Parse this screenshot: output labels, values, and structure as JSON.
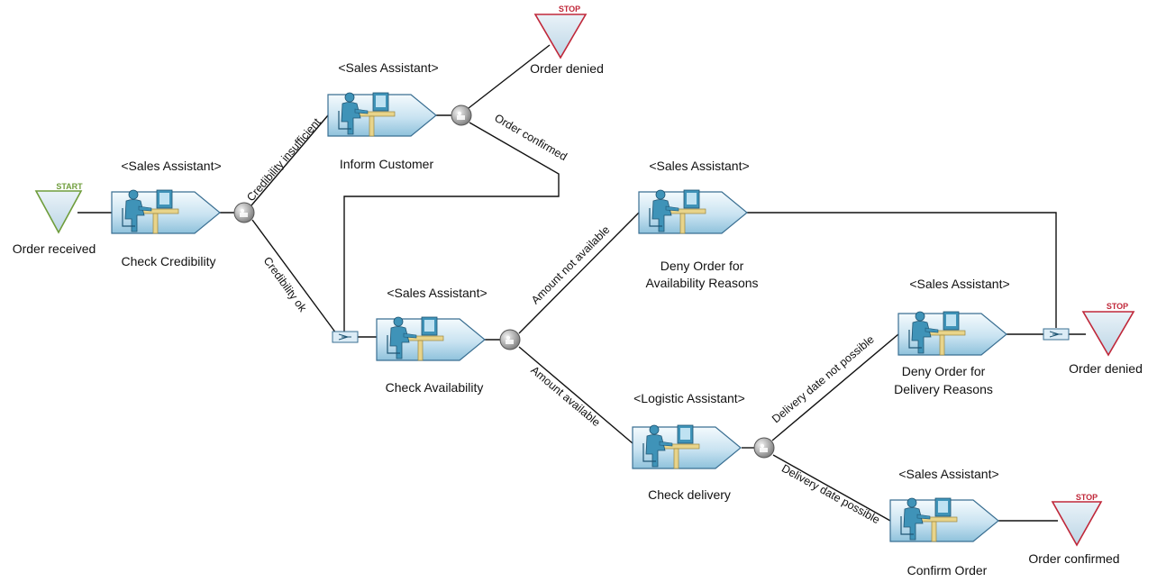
{
  "colors": {
    "start": "#6f9d3c",
    "stop": "#c0283a",
    "task_fill_light": "#eef6fb",
    "task_fill_dark": "#9ccbe3",
    "task_border": "#3a6f92",
    "person": "#3f93b8",
    "desk": "#e8d48a",
    "gateway": "#8d8d8d",
    "line": "#111111"
  },
  "events": {
    "start": {
      "badge": "START",
      "label": "Order received"
    },
    "stop_denied_top": {
      "badge": "STOP",
      "label": "Order denied"
    },
    "stop_denied_right": {
      "badge": "STOP",
      "label": "Order denied"
    },
    "stop_confirmed": {
      "badge": "STOP",
      "label": "Order confirmed"
    }
  },
  "tasks": {
    "check_credibility": {
      "role": "<Sales Assistant>",
      "name": "Check Credibility"
    },
    "inform_customer": {
      "role": "<Sales Assistant>",
      "name": "Inform Customer"
    },
    "check_availability": {
      "role": "<Sales Assistant>",
      "name": "Check Availability"
    },
    "deny_availability": {
      "role": "<Sales Assistant>",
      "name_line1": "Deny Order for",
      "name_line2": "Availability Reasons"
    },
    "check_delivery": {
      "role": "<Logistic Assistant>",
      "name": "Check delivery"
    },
    "deny_delivery": {
      "role": "<Sales Assistant>",
      "name_line1": "Deny Order for",
      "name_line2": "Delivery Reasons"
    },
    "confirm_order": {
      "role": "<Sales Assistant>",
      "name": "Confirm Order"
    }
  },
  "edges": {
    "credibility_insufficient": "Credibility insufficient",
    "credibility_ok": "Credibility ok",
    "order_confirmed": "Order confirmed",
    "amount_not_available": "Amount not available",
    "amount_available": "Amount available",
    "delivery_not_possible": "Delivery date not possible",
    "delivery_possible": "Delivery date possible"
  }
}
